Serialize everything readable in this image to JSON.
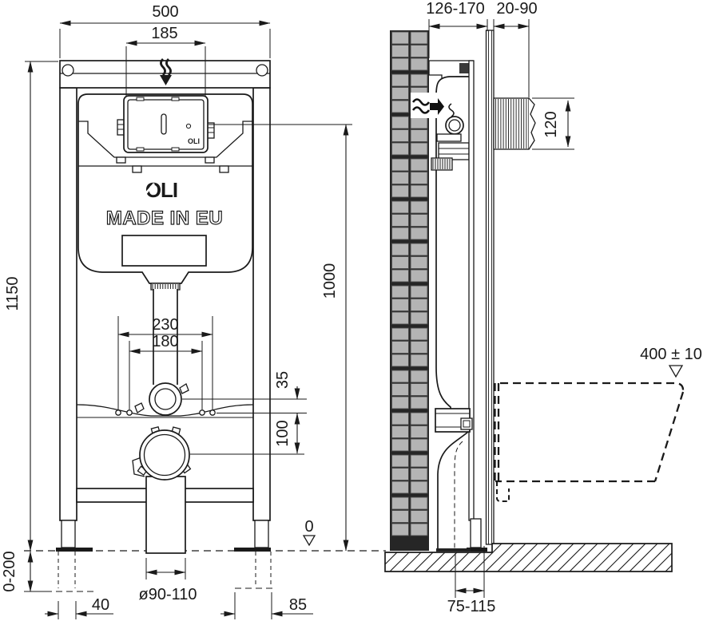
{
  "front_view": {
    "dims": {
      "overall_width": "500",
      "plate_cutout_width": "185",
      "overall_height": "1150",
      "actuator_height": "1000",
      "fixing_spacing_outer": "230",
      "fixing_spacing_inner": "180",
      "inlet_to_bolt": "35",
      "bolt_to_outlet": "100",
      "floor_datum": "0",
      "leg_adjustment": "0-200",
      "foot_left": "40",
      "outlet_pipe_diameter": "ø90-110",
      "foot_right": "85"
    },
    "labels": {
      "brand": "OLI",
      "origin": "MADE IN EU",
      "plate_brand": "OLI"
    }
  },
  "side_view": {
    "dims": {
      "frame_depth": "126-170",
      "wall_finish_depth": "20-90",
      "actuator_box_height": "120",
      "bowl_top_height": "400 ± 10",
      "outlet_wall_distance": "75-115"
    }
  },
  "colors": {
    "line": "#1a1a1a",
    "tile": "#b4b4b4",
    "tile_joint": "#4a4a4a",
    "wall_dark": "#262626",
    "foot": "#1a1a1a"
  }
}
